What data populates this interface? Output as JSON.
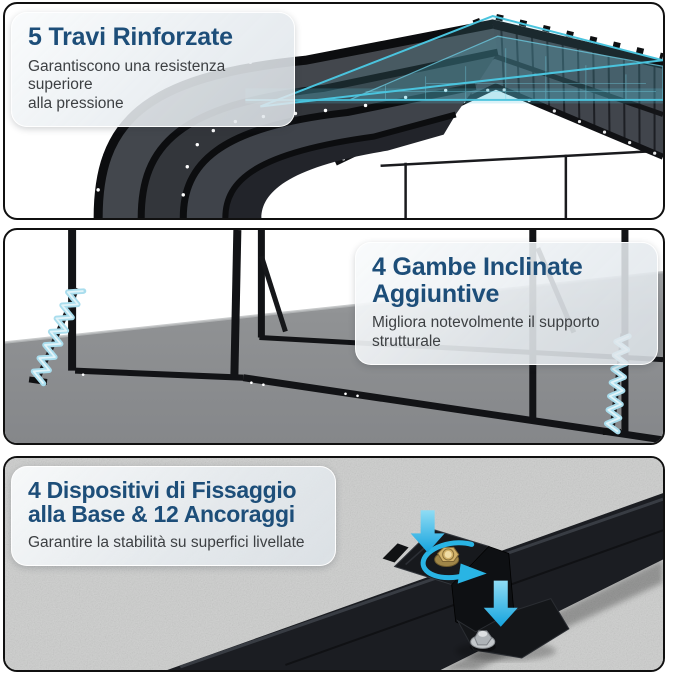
{
  "colors": {
    "heading_blue": "#1d4e79",
    "body_text": "#3d4043",
    "accent_cyan": "#2db5e2",
    "spring_cyan": "#a9dded",
    "card_bg": "#eef1f4",
    "frame_black": "#17191d",
    "panel_border": "#101010",
    "floor_gray": "#8e9092",
    "concrete_gray": "#c9cac9",
    "brass_nut": "#d2b26a",
    "steel_bolt": "#c4c8cb"
  },
  "panels": [
    {
      "id": "roof",
      "title_lines": [
        "5 Travi Rinforzate"
      ],
      "subtitle_lines": [
        "Garantiscono una resistenza superiore",
        "alla pressione"
      ]
    },
    {
      "id": "legs",
      "title_lines": [
        "4 Gambe Inclinate",
        "Aggiuntive"
      ],
      "subtitle_lines": [
        "Migliora notevolmente il supporto",
        "strutturale"
      ]
    },
    {
      "id": "anchors",
      "title_lines": [
        "4 Dispositivi di Fissaggio",
        "alla Base & 12 Ancoraggi"
      ],
      "subtitle_lines": [
        "Garantire la stabilità su superfici livellate"
      ]
    }
  ]
}
